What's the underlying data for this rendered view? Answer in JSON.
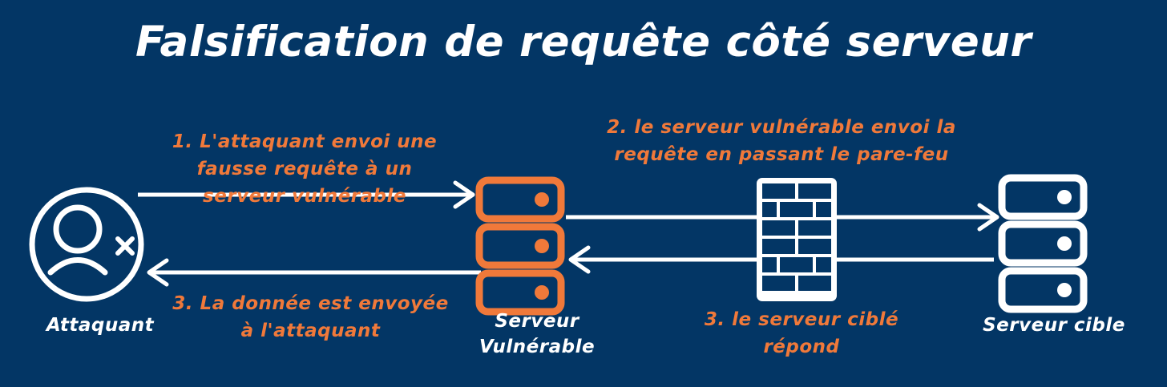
{
  "diagram": {
    "title": "Falsification de requête côté serveur",
    "background_color": "#033665",
    "accent_color": "#f0793a",
    "text_color": "#ffffff",
    "nodes": [
      {
        "id": "attacker",
        "label": "Attaquant",
        "icon": "user-circle-x-icon",
        "color": "#ffffff"
      },
      {
        "id": "vulnerable-server",
        "label_line1": "Serveur",
        "label_line2": "Vulnérable",
        "icon": "server-stack-icon",
        "color": "#f0793a"
      },
      {
        "id": "firewall",
        "label": "",
        "icon": "firewall-brick-wall-icon",
        "color": "#ffffff"
      },
      {
        "id": "target-server",
        "label": "Serveur cible",
        "icon": "server-stack-icon",
        "color": "#ffffff"
      }
    ],
    "steps": [
      {
        "id": "step-1",
        "line1": "1. L'attaquant envoi une",
        "line2": "fausse requête à un",
        "line3": "serveur vulnérable",
        "from": "attacker",
        "to": "vulnerable-server",
        "direction": "right"
      },
      {
        "id": "step-2",
        "line1": "2. le serveur vulnérable envoi la",
        "line2": "requête en passant le pare-feu",
        "from": "vulnerable-server",
        "to": "target-server",
        "direction": "right"
      },
      {
        "id": "step-3-target",
        "line1": "3. le serveur ciblé",
        "line2": "répond",
        "from": "target-server",
        "to": "vulnerable-server",
        "direction": "left"
      },
      {
        "id": "step-3-attacker",
        "line1": "3. La donnée est envoyée",
        "line2": "à l'attaquant",
        "from": "vulnerable-server",
        "to": "attacker",
        "direction": "left"
      }
    ]
  }
}
